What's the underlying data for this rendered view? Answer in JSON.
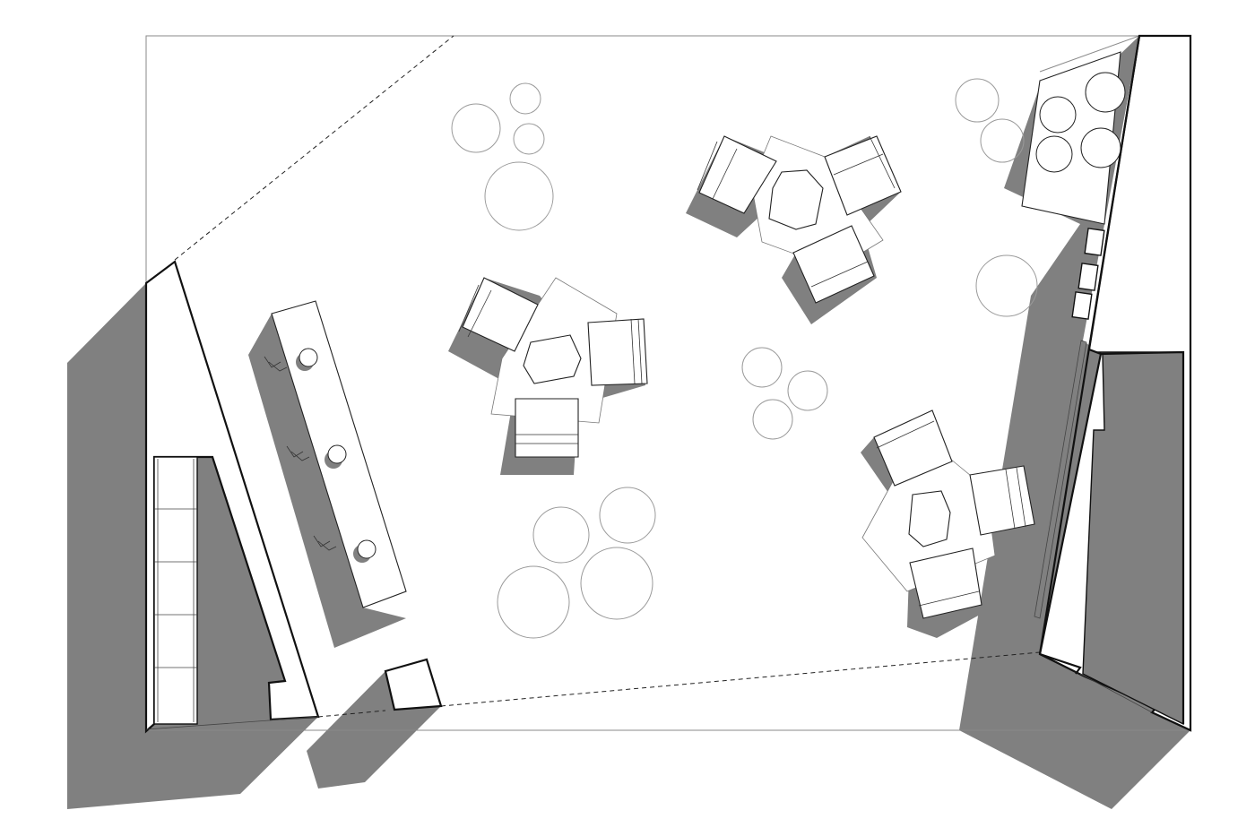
{
  "drawing": {
    "type": "axonometric floor plan",
    "style": "black and white line drawing with grey cast shadows",
    "colors": {
      "background": "#ffffff",
      "shadow": "#808080",
      "line": "#222222",
      "outline": "#8a8a8a",
      "plant_circle": "#9a9a9a"
    },
    "elements": {
      "room_outline": "room-outline",
      "left_wall": "left-wall",
      "right_wall": "right-wall",
      "counter": "bar-counter",
      "seating_groups": 4,
      "plant_circle_clusters": 6,
      "entrance_kiosk": "entrance-kiosk"
    },
    "labels": []
  }
}
